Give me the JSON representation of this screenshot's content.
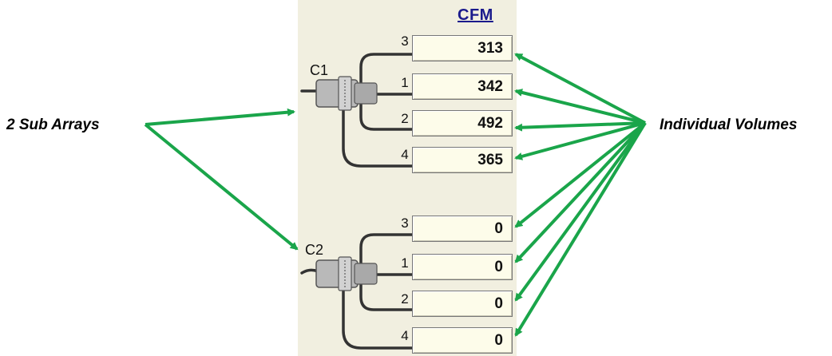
{
  "panel": {
    "header": "CFM",
    "groups": [
      {
        "label": "C1",
        "ports": [
          {
            "port": "3",
            "value": "313"
          },
          {
            "port": "1",
            "value": "342"
          },
          {
            "port": "2",
            "value": "492"
          },
          {
            "port": "4",
            "value": "365"
          }
        ]
      },
      {
        "label": "C2",
        "ports": [
          {
            "port": "3",
            "value": "0"
          },
          {
            "port": "1",
            "value": "0"
          },
          {
            "port": "2",
            "value": "0"
          },
          {
            "port": "4",
            "value": "0"
          }
        ]
      }
    ]
  },
  "annotations": {
    "left": "2 Sub Arrays",
    "right": "Individual Volumes"
  },
  "colors": {
    "arrow": "#1aa54a",
    "panel_bg": "#f1efe0",
    "box_bg": "#fdfcea",
    "header": "#1a1a8c",
    "connector_body": "#b8b8b8"
  },
  "icons": [
    "splitter-connector-icon",
    "cable-lines-icon",
    "green-arrow-icon"
  ]
}
